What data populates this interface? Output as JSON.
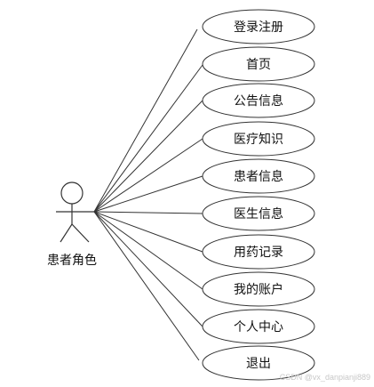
{
  "actor": {
    "label": "患者角色"
  },
  "use_cases": [
    {
      "label": "登录注册"
    },
    {
      "label": "首页"
    },
    {
      "label": "公告信息"
    },
    {
      "label": "医疗知识"
    },
    {
      "label": "患者信息"
    },
    {
      "label": "医生信息"
    },
    {
      "label": "用药记录"
    },
    {
      "label": "我的账户"
    },
    {
      "label": "个人中心"
    },
    {
      "label": "退出"
    }
  ],
  "watermark": "CSDN @vx_danpianji889",
  "colors": {
    "stroke": "#333333",
    "ellipse_fill": "#ffffff",
    "text": "#111111"
  }
}
